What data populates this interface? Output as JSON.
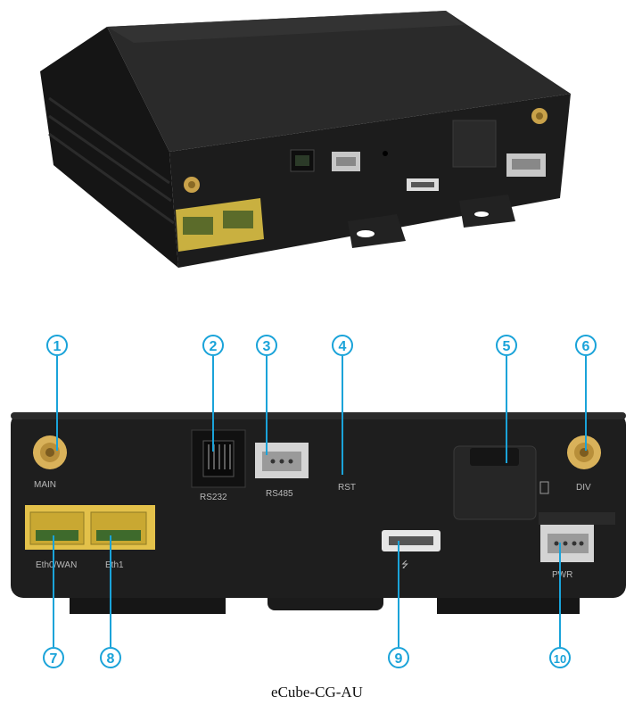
{
  "caption": "eCube-CG-AU",
  "colors": {
    "callout": "#1aa3d9",
    "device_body": "#1d1d1d",
    "ethernet": "#e3c14a",
    "antenna": "#d9b25a"
  },
  "port_labels": {
    "main": "MAIN",
    "rs232": "RS232",
    "rs485": "RS485",
    "rst": "RST",
    "div": "DIV",
    "eth0": "Eth0/WAN",
    "eth1": "Eth1",
    "pwr": "PWR"
  },
  "callouts": [
    "1",
    "2",
    "3",
    "4",
    "5",
    "6",
    "7",
    "8",
    "9",
    "10"
  ]
}
